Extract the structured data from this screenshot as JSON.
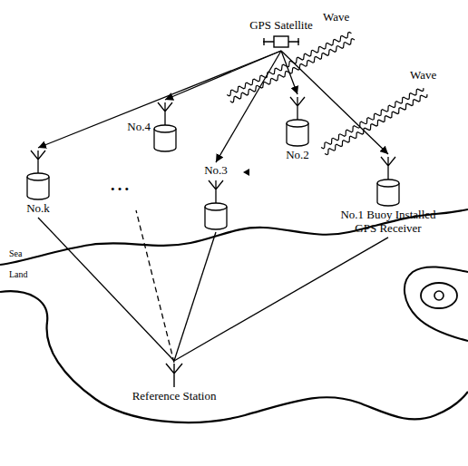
{
  "diagram": {
    "nodes": [
      {
        "text": [
          "GPS Satellite"
        ]
      },
      {
        "text": [
          "No.4"
        ]
      },
      {
        "text": [
          "No.2"
        ]
      },
      {
        "text": [
          "No.k"
        ]
      },
      {
        "text": [
          "No.3"
        ]
      },
      {
        "text": [
          "No.1 Buoy Installed GPS Receiver"
        ]
      },
      {
        "text": [
          "Reference Station"
        ]
      }
    ],
    "edges": [
      {
        "from": 0,
        "to": 3,
        "arrow": "to"
      },
      {
        "from": 0,
        "to": 1,
        "arrow": "to"
      },
      {
        "from": 0,
        "to": 4,
        "arrow": "to"
      },
      {
        "from": 0,
        "to": 2,
        "arrow": "to"
      },
      {
        "from": 0,
        "to": 5,
        "arrow": "to"
      },
      {
        "from": 3,
        "to": 6,
        "arrow": "none"
      },
      {
        "from": 4,
        "to": 6,
        "arrow": "none"
      },
      {
        "from": 5,
        "to": 6,
        "arrow": "none"
      }
    ],
    "labels": [
      "Wave",
      "Wave",
      "• • •",
      "Sea",
      "Land"
    ]
  }
}
